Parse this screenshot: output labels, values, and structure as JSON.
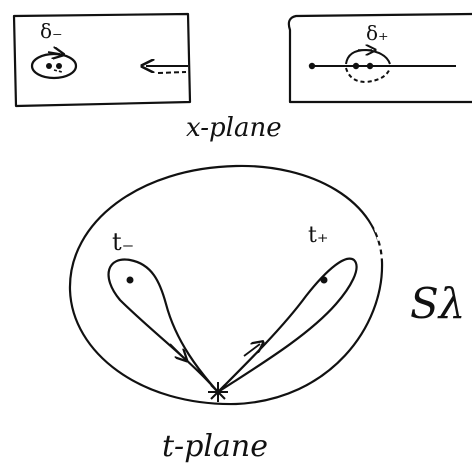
{
  "labels": {
    "x_plane": "x-plane",
    "t_plane": "t-plane",
    "delta_minus": "δ₋",
    "delta_plus": "δ₊",
    "t_minus": "t₋",
    "t_plus": "t₊",
    "s_lambda": "Sλ"
  },
  "colors": {
    "ink": "#111111",
    "background": "#ffffff"
  }
}
